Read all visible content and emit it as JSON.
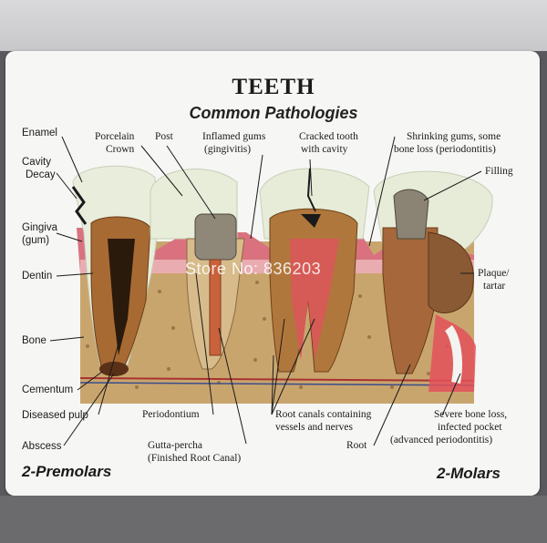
{
  "title": "TEETH",
  "subtitle": "Common Pathologies",
  "watermark": "Store No: 836203",
  "labels": {
    "enamel": "Enamel",
    "cavity": "Cavity",
    "decay": "Decay",
    "gingiva": "Gingiva",
    "gum": "(gum)",
    "dentin": "Dentin",
    "bone": "Bone",
    "cementum": "Cementum",
    "diseased_pulp": "Diseased pulp",
    "abscess": "Abscess",
    "porcelain": "Porcelain",
    "crown": "Crown",
    "post": "Post",
    "inflamed_gums": "Inflamed gums",
    "gingivitis": "(gingivitis)",
    "cracked_tooth": "Cracked tooth",
    "with_cavity": "with cavity",
    "shrinking_gums": "Shrinking gums, some",
    "bone_loss": "bone loss (periodontitis)",
    "filling": "Filling",
    "plaque": "Plaque/",
    "tartar": "tartar",
    "periodontium": "Periodontium",
    "gutta_percha": "Gutta-percha",
    "finished_root_canal": "(Finished Root Canal)",
    "root_canals": "Root canals containing",
    "vessels_nerves": "vessels and nerves",
    "root": "Root",
    "severe_bone_loss": "Severe bone loss,",
    "infected_pocket": "infected pocket",
    "advanced_perio": "(advanced periodontitis)"
  },
  "footer": {
    "left": "2-Premolars",
    "right": "2-Molars"
  }
}
